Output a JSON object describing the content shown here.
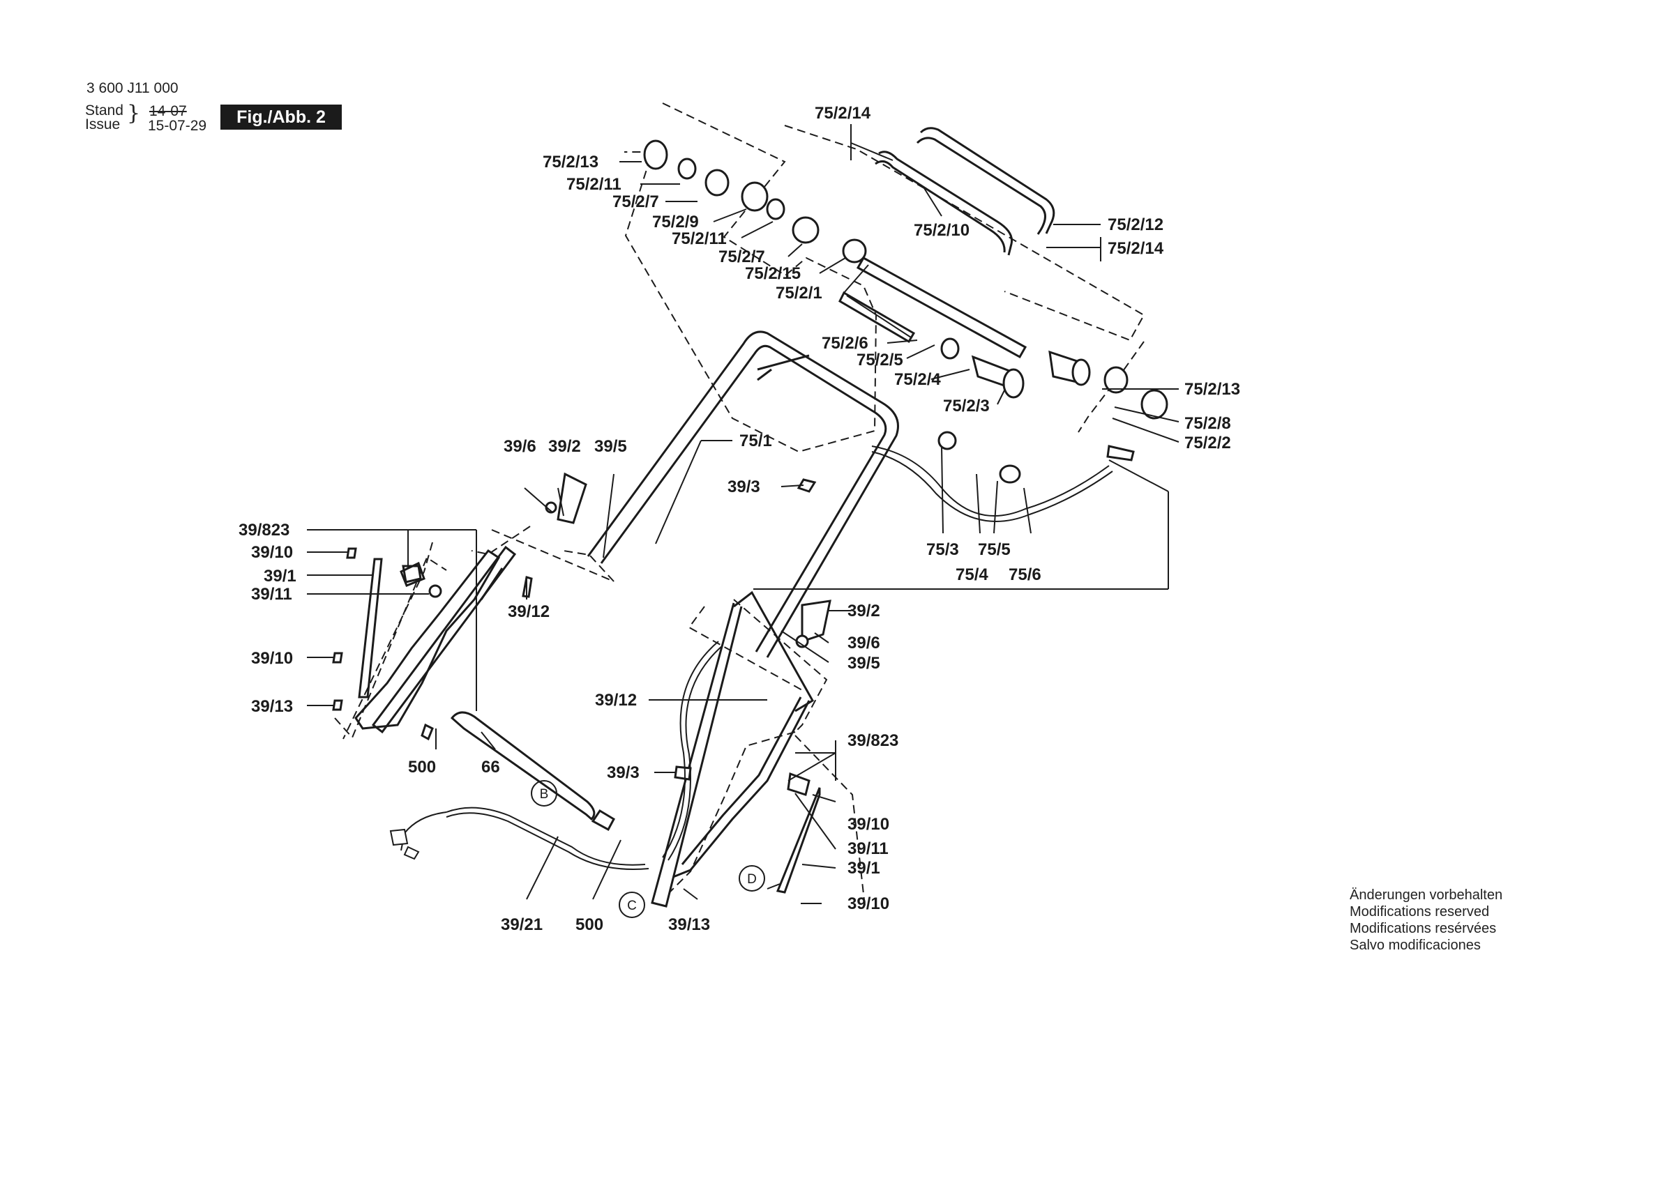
{
  "header": {
    "doc_number": "3 600 J11 000",
    "stand_label": "Stand",
    "issue_label": "Issue",
    "old_date": "14-07",
    "new_date": "15-07-29",
    "figure_label": "Fig./Abb. 2"
  },
  "notes": [
    "Änderungen vorbehalten",
    "Modifications reserved",
    "Modifications resérvées",
    "Salvo modificaciones"
  ],
  "callouts": [
    "75/2/14",
    "75/2/13",
    "75/2/11",
    "75/2/7",
    "75/2/9",
    "75/2/11",
    "75/2/7",
    "75/2/15",
    "75/2/1",
    "75/2/10",
    "75/2/12",
    "75/2/14",
    "75/2/6",
    "75/2/5",
    "75/2/4",
    "75/2/3",
    "75/2/13",
    "75/2/8",
    "75/2/2",
    "75/1",
    "39/6",
    "39/2",
    "39/5",
    "39/3",
    "75/3",
    "75/5",
    "75/4",
    "75/6",
    "39/823",
    "39/10",
    "39/1",
    "39/11",
    "39/12",
    "39/10",
    "39/13",
    "39/2",
    "39/6",
    "39/5",
    "39/12",
    "500",
    "66",
    "39/3",
    "39/823",
    "39/10",
    "39/11",
    "39/1",
    "39/10",
    "39/21",
    "500",
    "39/13"
  ],
  "detail_markers": [
    "B",
    "C",
    "D"
  ],
  "colors": {
    "ink": "#1b1b1b",
    "paper": "#ffffff",
    "figure_box": "#1b1b1b"
  }
}
